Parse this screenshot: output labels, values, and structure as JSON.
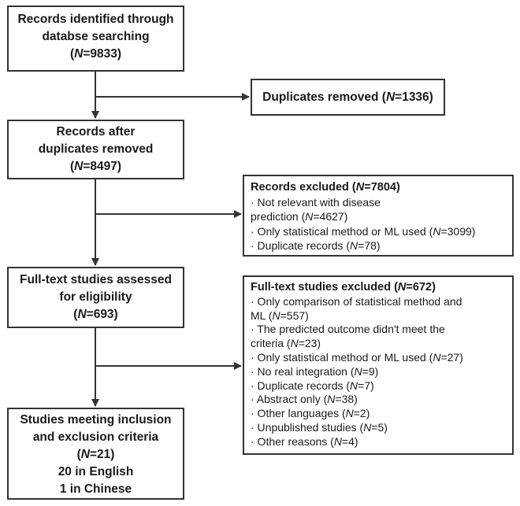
{
  "boxes": {
    "identified": {
      "line1": "Records identified through",
      "line2": "databse searching",
      "count_pre": "(",
      "count_n": "N",
      "count_post": "=9833)"
    },
    "duplicates_removed": {
      "text_pre": "Duplicates removed (",
      "n": "N",
      "text_post": "=1336)"
    },
    "after_duplicates": {
      "line1": "Records after",
      "line2": "duplicates removed",
      "count_pre": "(",
      "count_n": "N",
      "count_post": "=8497)"
    },
    "records_excluded": {
      "head_pre": "Records excluded (",
      "head_n": "N",
      "head_post": "=7804)",
      "items": [
        {
          "pre": "· Not relevant with disease",
          "n": "",
          "post": ""
        },
        {
          "pre": " prediction (",
          "n": "N",
          "post": "=4627)"
        },
        {
          "pre": "· Only statistical method or ML used (",
          "n": "N",
          "post": "=3099)"
        },
        {
          "pre": "· Duplicate records (",
          "n": "N",
          "post": "=78)"
        }
      ]
    },
    "fulltext_assessed": {
      "line1": "Full-text studies assessed",
      "line2": "for eligibility",
      "count_pre": "(",
      "count_n": "N",
      "count_post": "=693)"
    },
    "fulltext_excluded": {
      "head_pre": "Full-text studies excluded (",
      "head_n": "N",
      "head_post": "=672)",
      "items": [
        {
          "pre": "· Only comparison  of statistical method and",
          "n": "",
          "post": ""
        },
        {
          "pre": "ML (",
          "n": "N",
          "post": "=557)"
        },
        {
          "pre": " · The predicted outcome didn't meet the",
          "n": "",
          "post": ""
        },
        {
          "pre": "criteria (",
          "n": "N",
          "post": "=23)"
        },
        {
          "pre": "· Only statistical method or ML used (",
          "n": "N",
          "post": "=27)"
        },
        {
          "pre": "· No real integration (",
          "n": "N",
          "post": "=9)"
        },
        {
          "pre": "· Duplicate records (",
          "n": "N",
          "post": "=7)"
        },
        {
          "pre": "· Abstract only (",
          "n": "N",
          "post": "=38)"
        },
        {
          "pre": "· Other languages (",
          "n": "N",
          "post": "=2)"
        },
        {
          "pre": "· Unpublished studies (",
          "n": "N",
          "post": "=5)"
        },
        {
          "pre": "· Other reasons (",
          "n": "N",
          "post": "=4)"
        }
      ]
    },
    "included": {
      "line1": "Studies meeting inclusion",
      "line2": "and exclusion criteria",
      "count_pre": "(",
      "count_n": "N",
      "count_post": "=21)",
      "line4": "20 in English",
      "line5": "1 in Chinese"
    }
  }
}
